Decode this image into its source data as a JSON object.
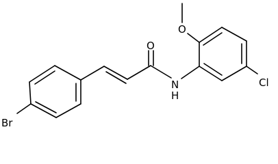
{
  "molecule": {
    "atoms": {
      "bromine": "Br",
      "carbonyl_oxygen": "O",
      "amide_nitrogen": "N",
      "amide_hydrogen": "H",
      "methoxy_oxygen": "O",
      "chlorine": "Cl"
    }
  },
  "colors": {
    "bond": "#000000",
    "label": "#000000",
    "background": "#ffffff"
  }
}
